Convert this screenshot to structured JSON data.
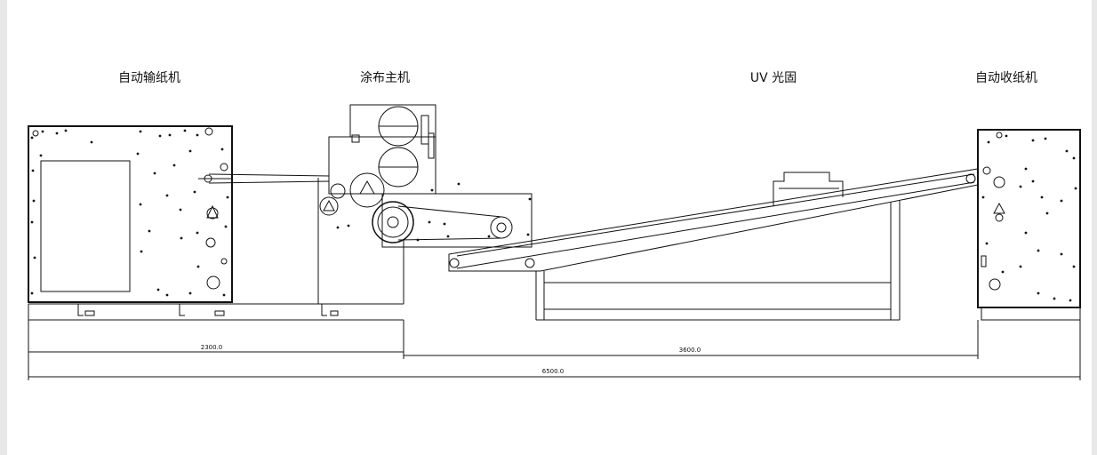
{
  "title_feeder": "自动输纸机",
  "title_coater": "涂布主机",
  "title_uv": "UV 光固",
  "title_stacker": "自动收纸机",
  "dimensions": {
    "feeder_to_coater": "2300.0",
    "uv_section": "3600.0",
    "overall": "6500.0"
  },
  "colors": {
    "line": "#111111",
    "background": "#ffffff",
    "frame": "#e8e8e8"
  }
}
